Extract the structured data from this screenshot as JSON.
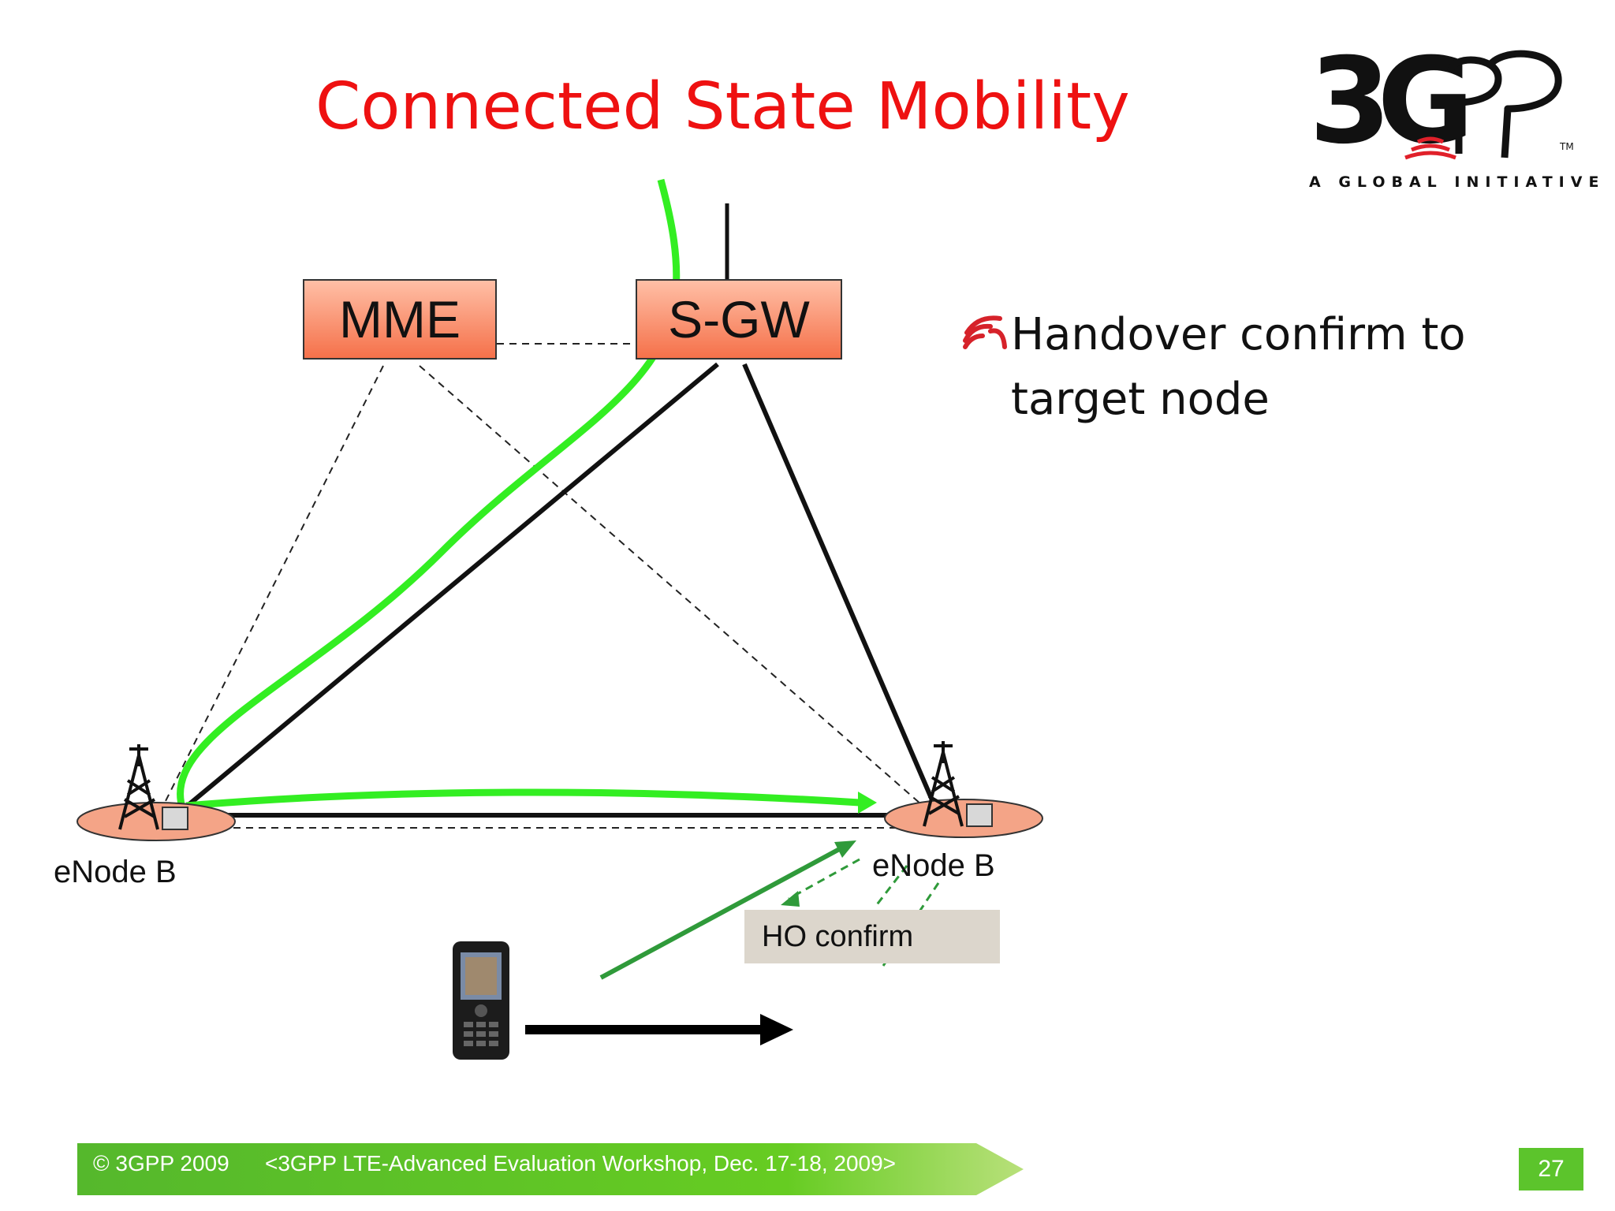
{
  "slide": {
    "title": "Connected State Mobility",
    "page_number": "27"
  },
  "logo": {
    "mark": "3GPP",
    "tagline": "A GLOBAL INITIATIVE"
  },
  "diagram": {
    "mme_label": "MME",
    "sgw_label": "S-GW",
    "enode_left_label": "eNode B",
    "enode_right_label": "eNode B",
    "message_label": "HO confirm",
    "colors": {
      "user_plane_path": "#33ee22",
      "node_fill": "#f5714a",
      "message_arrow": "#2f9a3a",
      "control_link": "#222222"
    }
  },
  "bullets": [
    {
      "text": "Handover confirm to target node",
      "icon": "signal-waves-icon"
    }
  ],
  "footer": {
    "copyright": "© 3GPP 2009",
    "event": "<3GPP LTE-Advanced Evaluation Workshop, Dec. 17-18, 2009>"
  }
}
